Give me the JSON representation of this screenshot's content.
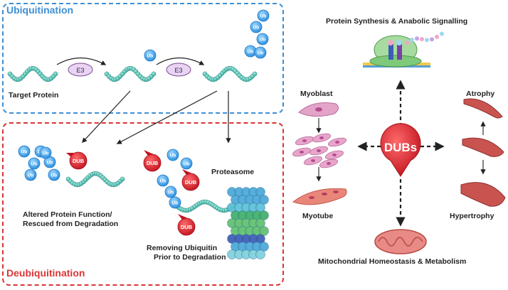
{
  "left": {
    "ubiquitination_title": "Ubiquitination",
    "deubiquitination_title": "Deubiquitination",
    "target_protein_label": "Target Protein",
    "e3_label": "E3",
    "ub_label": "Ub",
    "dub_label": "DUB",
    "proteasome_label": "Proteasome",
    "altered_function_label_1": "Altered Protein Function/",
    "altered_function_label_2": "Rescued from Degradation",
    "removing_ub_label_1": "Removing Ubiquitin",
    "removing_ub_label_2": "Prior to Degradation"
  },
  "right": {
    "protein_synthesis_label": "Protein Synthesis & Anabolic Signalling",
    "myoblast_label": "Myoblast",
    "myotube_label": "Myotube",
    "atrophy_label": "Atrophy",
    "hypertrophy_label": "Hypertrophy",
    "mitochondrial_label": "Mitochondrial Homeostasis & Metabolism",
    "dubs_label": "DUBs"
  },
  "colors": {
    "ubiquitination_accent": "#3f8fd4",
    "deubiquitination_accent": "#d93636",
    "protein_bead": "#5fc4b8",
    "ubiquitin": "#3fa9f5",
    "dub_red": "#d8242c",
    "muscle": "#c9544f"
  }
}
